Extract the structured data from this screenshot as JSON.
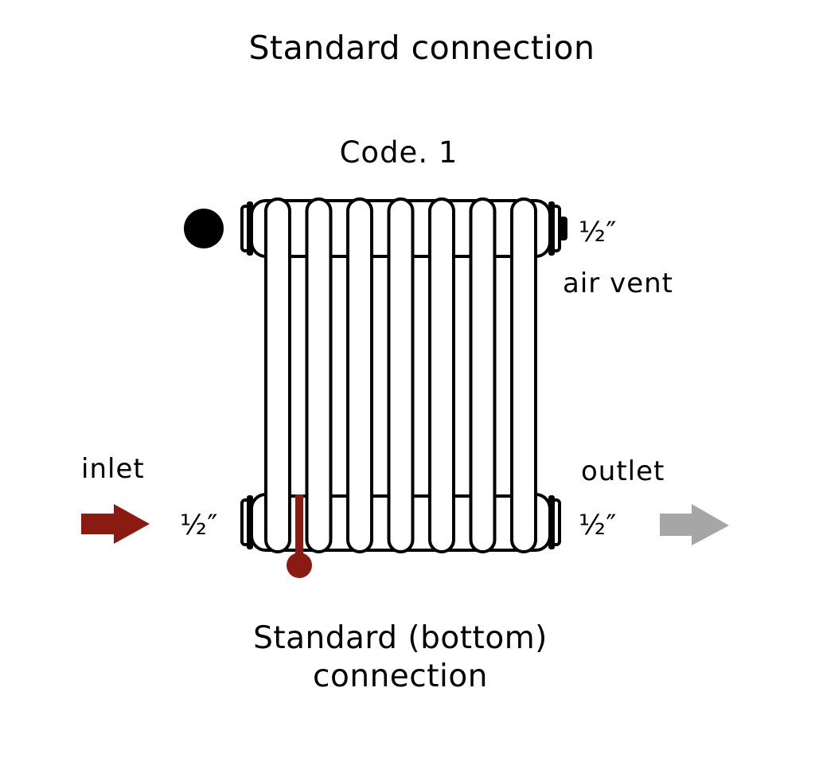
{
  "title": "Standard connection",
  "code_label": "Code. 1",
  "radiator": {
    "front_columns": 7,
    "outline_color": "#000000"
  },
  "air_vent": {
    "size": "½″",
    "label": "air vent"
  },
  "inlet": {
    "label": "inlet",
    "size": "½″",
    "arrow_color": "#8b1a12"
  },
  "outlet": {
    "label": "outlet",
    "size": "½″",
    "arrow_color": "#a6a6a6"
  },
  "dip_pipe_color": "#8b1a12",
  "marker_dot_color": "#000000",
  "caption": {
    "line1": "Standard (bottom)",
    "line2": "connection"
  }
}
